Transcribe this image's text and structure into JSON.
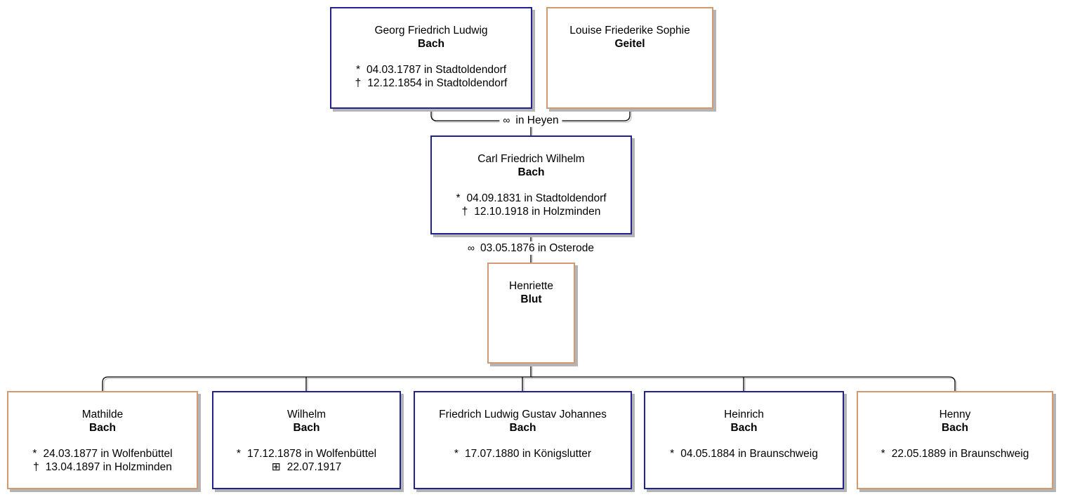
{
  "colors": {
    "male_border": "#22228e",
    "female_border": "#d49a6f",
    "box_shadow": "#b4b4b4",
    "connector_line": "#000000"
  },
  "symbols": {
    "birth": "*",
    "death": "†",
    "fallen_in_war": "⊞",
    "marriage": "∞"
  },
  "persons": {
    "georg": {
      "given_name": "Georg Friedrich Ludwig",
      "surname": "Bach",
      "sex": "male",
      "events": [
        {
          "symbol": "*",
          "text": "04.03.1787 in Stadtoldendorf"
        },
        {
          "symbol": "†",
          "text": "12.12.1854 in Stadtoldendorf"
        }
      ]
    },
    "louise": {
      "given_name": "Louise Friederike Sophie",
      "surname": "Geitel",
      "sex": "female",
      "events": []
    },
    "carl": {
      "given_name": "Carl Friedrich Wilhelm",
      "surname": "Bach",
      "sex": "male",
      "events": [
        {
          "symbol": "*",
          "text": "04.09.1831 in Stadtoldendorf"
        },
        {
          "symbol": "†",
          "text": "12.10.1918 in Holzminden"
        }
      ]
    },
    "henriette": {
      "given_name": "Henriette",
      "surname": "Blut",
      "sex": "female",
      "events": []
    },
    "mathilde": {
      "given_name": "Mathilde",
      "surname": "Bach",
      "sex": "female",
      "events": [
        {
          "symbol": "*",
          "text": "24.03.1877 in Wolfenbüttel"
        },
        {
          "symbol": "†",
          "text": "13.04.1897 in Holzminden"
        }
      ]
    },
    "wilhelm": {
      "given_name": "Wilhelm",
      "surname": "Bach",
      "sex": "male",
      "events": [
        {
          "symbol": "*",
          "text": "17.12.1878 in Wolfenbüttel"
        },
        {
          "symbol": "⊞",
          "text": "22.07.1917"
        }
      ]
    },
    "friedrich": {
      "given_name": "Friedrich Ludwig Gustav Johannes",
      "surname": "Bach",
      "sex": "male",
      "events": [
        {
          "symbol": "*",
          "text": "17.07.1880 in Königslutter"
        }
      ]
    },
    "heinrich": {
      "given_name": "Heinrich",
      "surname": "Bach",
      "sex": "male",
      "events": [
        {
          "symbol": "*",
          "text": "04.05.1884 in Braunschweig"
        }
      ]
    },
    "henny": {
      "given_name": "Henny",
      "surname": "Bach",
      "sex": "female",
      "events": [
        {
          "symbol": "*",
          "text": "22.05.1889 in Braunschweig"
        }
      ]
    }
  },
  "marriages": {
    "georg_louise": {
      "symbol": "∞",
      "text": "in Heyen"
    },
    "carl_henriette": {
      "symbol": "∞",
      "text": "03.05.1876 in Osterode"
    }
  },
  "families": [
    {
      "husband": "georg",
      "wife": "louise",
      "marriage": "in Heyen",
      "children": [
        "carl"
      ]
    },
    {
      "husband": "carl",
      "wife": "henriette",
      "marriage": "03.05.1876 in Osterode",
      "children": [
        "mathilde",
        "wilhelm",
        "friedrich",
        "heinrich",
        "henny"
      ]
    }
  ]
}
